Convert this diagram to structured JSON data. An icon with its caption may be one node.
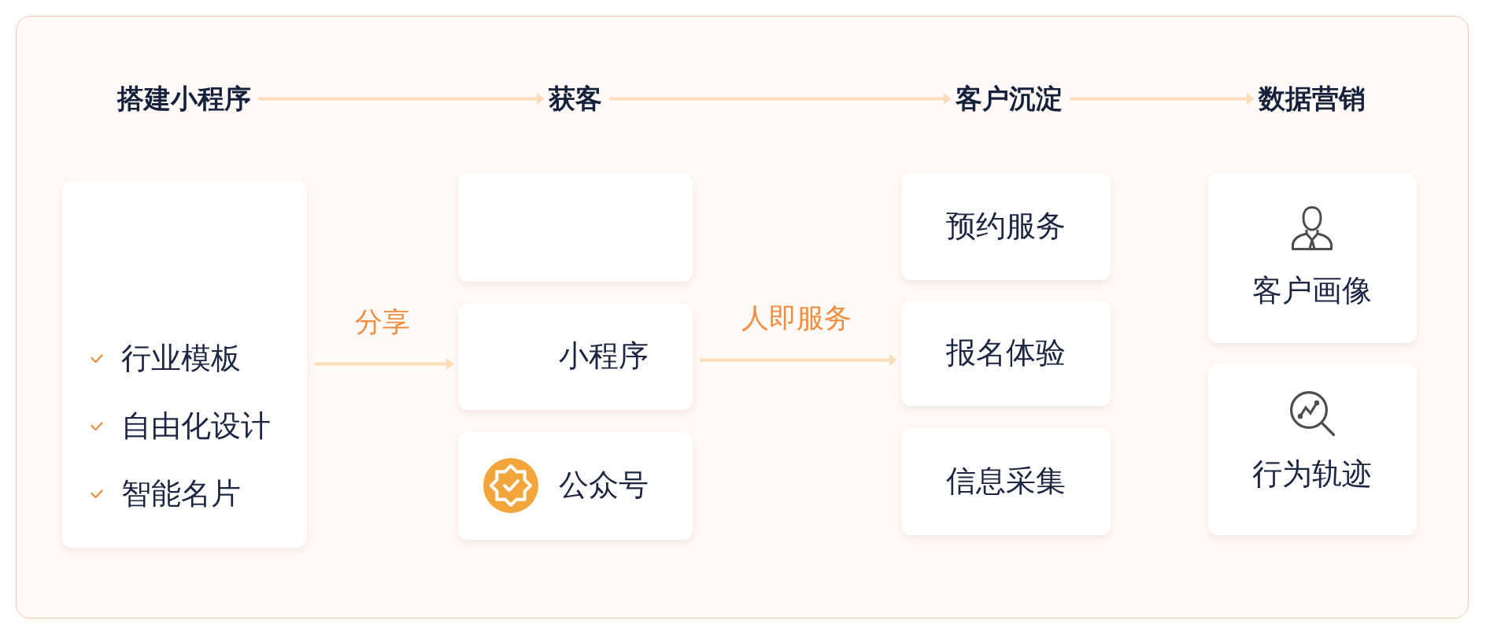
{
  "diagram": {
    "nodes": [
      {
        "text": [
          "搭建小程序"
        ]
      },
      {
        "text": [
          "获客"
        ]
      },
      {
        "text": [
          "客户沉淀"
        ]
      },
      {
        "text": [
          "数据营销"
        ]
      },
      {
        "text": [
          "行业模板",
          "自由化设计",
          "智能名片"
        ]
      },
      {
        "text": [],
        "shape": "box"
      },
      {
        "text": [
          "小程序"
        ]
      },
      {
        "text": [
          "公众号"
        ]
      },
      {
        "text": [
          "预约服务"
        ]
      },
      {
        "text": [
          "报名体验"
        ]
      },
      {
        "text": [
          "信息采集"
        ]
      },
      {
        "text": [
          "客户画像"
        ]
      },
      {
        "text": [
          "行为轨迹"
        ]
      }
    ],
    "edges": [
      {
        "from": 0,
        "to": 1,
        "arrow": "to"
      },
      {
        "from": 1,
        "to": 2,
        "arrow": "to"
      },
      {
        "from": 2,
        "to": 3,
        "arrow": "to"
      },
      {
        "from": 4,
        "to": 6,
        "arrow": "to",
        "label": "分享"
      },
      {
        "from": 6,
        "to": 9,
        "arrow": "to",
        "label": "人即服务"
      }
    ]
  }
}
